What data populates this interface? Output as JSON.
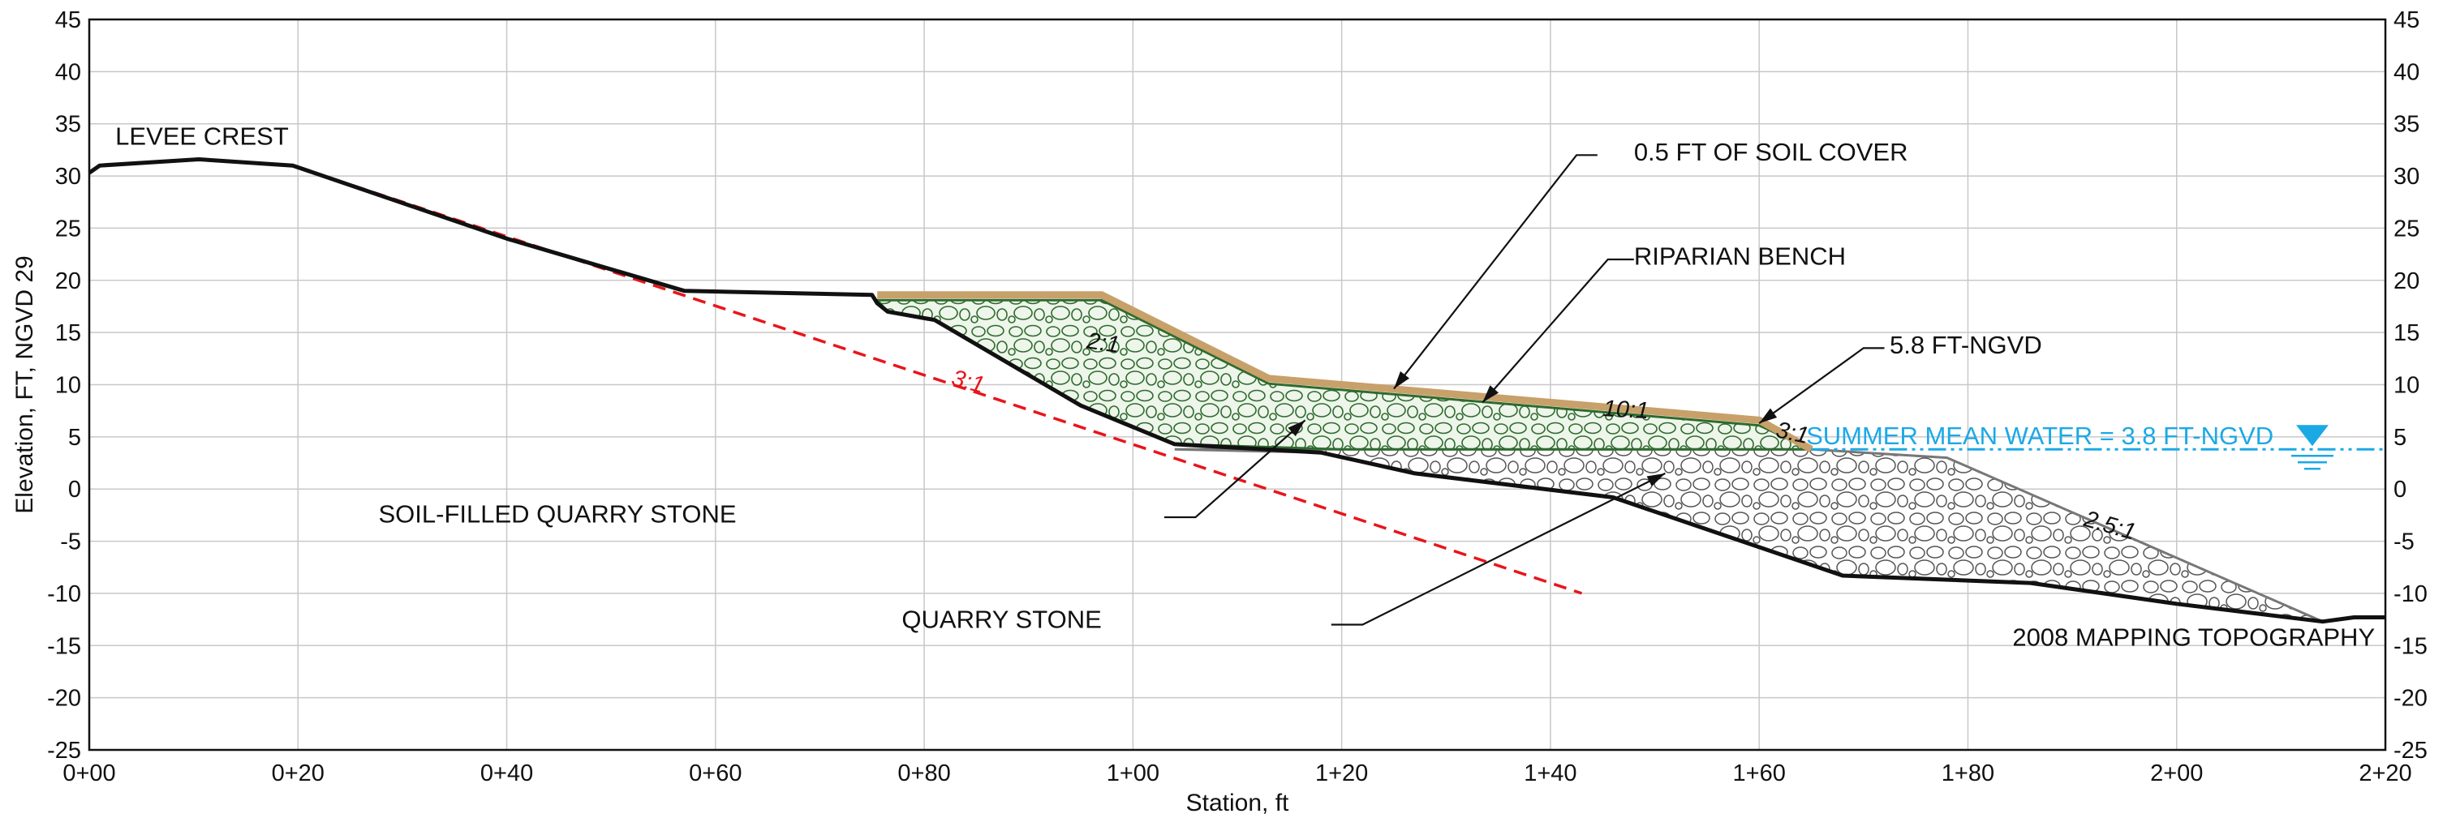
{
  "chart_data": {
    "type": "cross-section",
    "xlabel": "Station, ft",
    "ylabel": "Elevation, FT, NGVD 29",
    "xlim": [
      0,
      220
    ],
    "ylim": [
      -25,
      45
    ],
    "x_ticks": [
      {
        "value": 0,
        "label": "0+00"
      },
      {
        "value": 20,
        "label": "0+20"
      },
      {
        "value": 40,
        "label": "0+40"
      },
      {
        "value": 60,
        "label": "0+60"
      },
      {
        "value": 80,
        "label": "0+80"
      },
      {
        "value": 100,
        "label": "1+00"
      },
      {
        "value": 120,
        "label": "1+20"
      },
      {
        "value": 140,
        "label": "1+40"
      },
      {
        "value": 160,
        "label": "1+60"
      },
      {
        "value": 180,
        "label": "1+80"
      },
      {
        "value": 200,
        "label": "2+00"
      },
      {
        "value": 220,
        "label": "2+20"
      }
    ],
    "y_ticks": [
      45,
      40,
      35,
      30,
      25,
      20,
      15,
      10,
      5,
      0,
      -5,
      -10,
      -15,
      -20,
      -25
    ],
    "grid": true,
    "series": [
      {
        "name": "2008 MAPPING TOPOGRAPHY",
        "role": "existing-ground",
        "x": [
          0,
          1,
          10.5,
          19.5,
          40,
          57,
          75,
          75.5,
          76.5,
          81,
          95,
          104,
          118,
          127,
          146,
          168,
          186,
          200,
          214,
          217,
          220
        ],
        "y": [
          30.3,
          31,
          31.6,
          31,
          24,
          19,
          18.6,
          17.8,
          17,
          16.2,
          8,
          4.3,
          3.5,
          1.5,
          -0.8,
          -8.3,
          -9,
          -11,
          -12.7,
          -12.3,
          -12.3
        ]
      },
      {
        "name": "SOIL-FILLED QUARRY STONE",
        "role": "fill",
        "color": "#2e6b2e",
        "x": [
          75.5,
          97,
          113,
          160,
          165,
          165,
          120,
          104,
          95,
          81,
          76.5
        ],
        "y": [
          18.1,
          18.1,
          10.1,
          6.1,
          3.8,
          3.8,
          3.8,
          4.3,
          8,
          16.2,
          17
        ]
      },
      {
        "name": "QUARRY STONE",
        "role": "fill",
        "color": "#888888",
        "x": [
          104,
          165,
          178,
          214,
          214,
          200,
          186,
          168,
          146,
          127,
          118
        ],
        "y": [
          3.8,
          3.8,
          3,
          -12.7,
          -12.7,
          -11,
          -9,
          -8.3,
          -0.8,
          1.5,
          3.5
        ]
      },
      {
        "name": "0.5 FT OF SOIL COVER",
        "role": "cover",
        "color": "#c8a06a",
        "x": [
          75.5,
          97,
          113,
          160,
          165
        ],
        "y": [
          18.6,
          18.6,
          10.6,
          6.6,
          3.8
        ]
      },
      {
        "name": "3:1",
        "role": "reference-slope",
        "color": "#e8151b",
        "x": [
          19.5,
          143
        ],
        "y": [
          31,
          -10
        ]
      },
      {
        "name": "SUMMER MEAN WATER = 3.8 FT-NGVD",
        "role": "water-level",
        "color": "#1ba9e6",
        "x": [
          165,
          220
        ],
        "y": [
          3.8,
          3.8
        ]
      }
    ],
    "annotations": {
      "levee_crest": {
        "text": "LEVEE CREST",
        "x": 2.5,
        "y": 33
      },
      "soil_cover": {
        "text": "0.5 FT OF SOIL COVER",
        "x": 148,
        "y": 31.5
      },
      "riparian_bench": {
        "text": "RIPARIAN BENCH",
        "x": 148,
        "y": 21.5
      },
      "bench_elev": {
        "text": "5.8 FT-NGVD",
        "x": 172.5,
        "y": 13
      },
      "water": {
        "text": "SUMMER MEAN WATER = 3.8 FT-NGVD",
        "x": 164.5,
        "y": 4.3
      },
      "soil_filled": {
        "text": "SOIL-FILLED QUARRY STONE",
        "x": 62,
        "y": -3.2
      },
      "quarry": {
        "text": "QUARRY STONE",
        "x": 97,
        "y": -13.3
      },
      "topo": {
        "text": "2008 MAPPING TOPOGRAPHY",
        "x": 219,
        "y": -15
      },
      "slope_2_1": {
        "text": "2:1",
        "x": 95.5,
        "y": 13.5
      },
      "slope_3_1_red": {
        "text": "3:1",
        "x": 82.5,
        "y": 10
      },
      "slope_10_1": {
        "text": "10:1",
        "x": 145,
        "y": 7
      },
      "slope_3_1": {
        "text": "3:1",
        "x": 161.5,
        "y": 5
      },
      "slope_2_5_1": {
        "text": "2.5:1",
        "x": 191,
        "y": -3.5
      }
    },
    "leaders": [
      {
        "x": [
          144.5,
          142.5,
          125
        ],
        "y": [
          32,
          32,
          9.6
        ]
      },
      {
        "x": [
          148,
          145.5,
          133.5
        ],
        "y": [
          22,
          22,
          8.3
        ]
      },
      {
        "x": [
          172,
          170,
          160
        ],
        "y": [
          13.5,
          13.5,
          6.3
        ]
      },
      {
        "x": [
          103,
          106,
          116.5
        ],
        "y": [
          -2.7,
          -2.7,
          6.6
        ]
      },
      {
        "x": [
          119,
          122,
          151
        ],
        "y": [
          -13,
          -13,
          1.5
        ]
      }
    ]
  }
}
